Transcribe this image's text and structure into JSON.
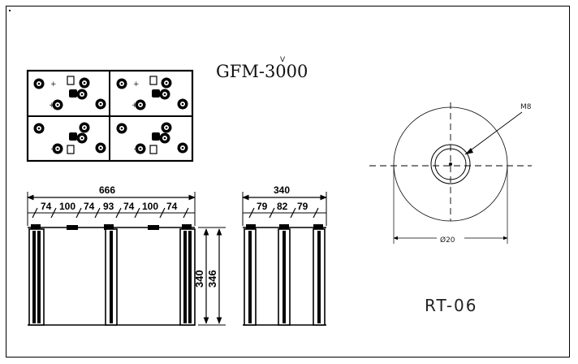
{
  "model": "GFM-3000",
  "model_superscript": "V",
  "terminal_code": "RT-06",
  "terminal_thread": "M8",
  "terminal_diameter": "Ø20",
  "front_view": {
    "total_width": "666",
    "segments": [
      "74",
      "100",
      "74",
      "93",
      "74",
      "100",
      "74"
    ],
    "height": "340",
    "overall_height": "346"
  },
  "side_view": {
    "width": "340",
    "segments": [
      "79",
      "82",
      "79"
    ]
  }
}
